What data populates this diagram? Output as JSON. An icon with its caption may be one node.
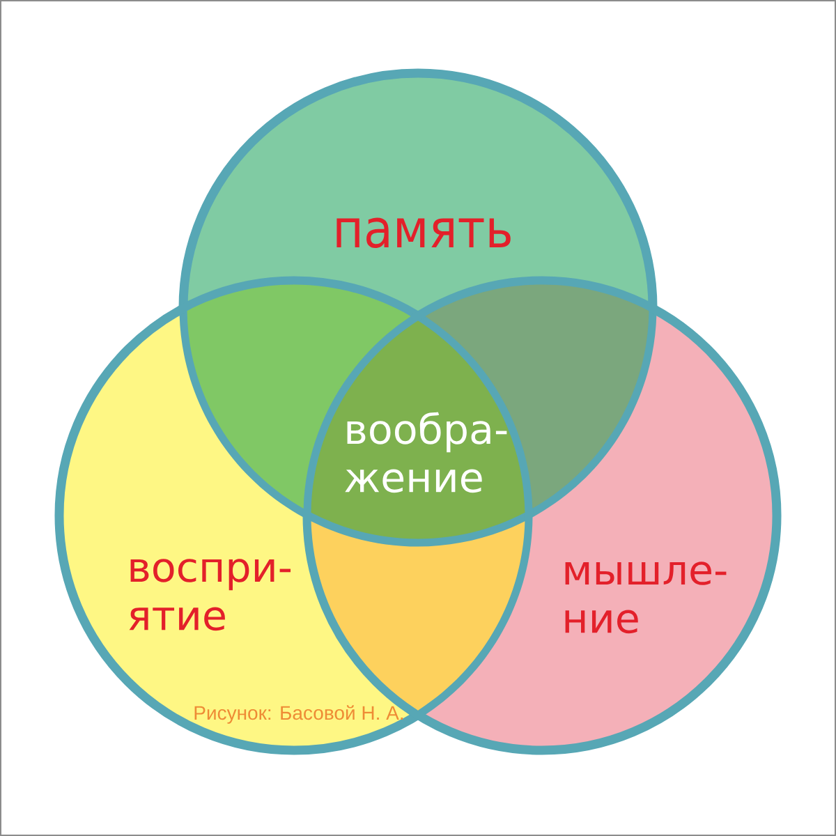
{
  "diagram": {
    "nodes": [
      {
        "text": [
          "память"
        ]
      },
      {
        "text": [],
        "shape": "lens"
      },
      {
        "text": [],
        "shape": "lens"
      },
      {
        "text": [
          "вообра- жение"
        ]
      },
      {
        "text": [
          "воспри- ятие"
        ]
      },
      {
        "text": [],
        "shape": "lens"
      },
      {
        "text": [
          "мышле- ние"
        ]
      }
    ],
    "labels": [
      "Рисунок: Басовой Н. А."
    ]
  }
}
